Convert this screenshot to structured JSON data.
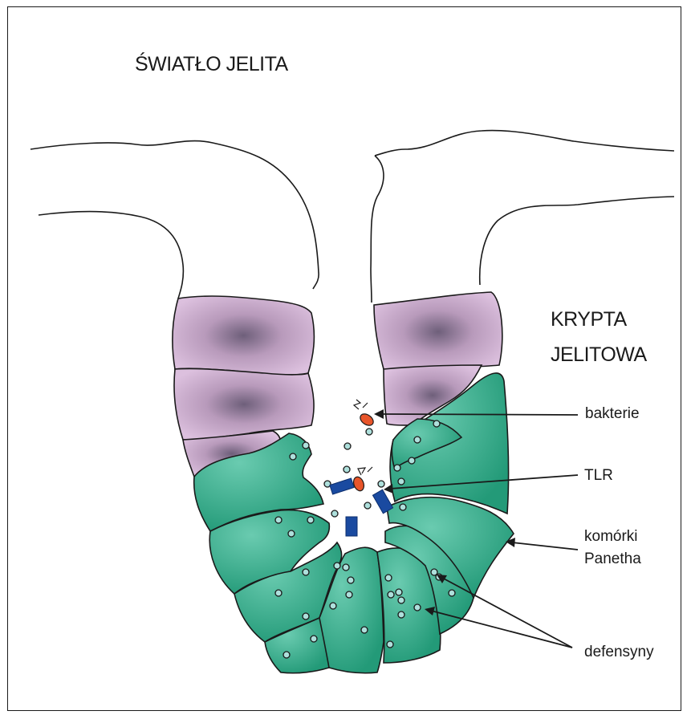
{
  "labels": {
    "lumen": "ŚWIATŁO JELITA",
    "crypt_line1": "KRYPTA",
    "crypt_line2": "JELITOWA",
    "bacteria": "bakterie",
    "tlr": "TLR",
    "paneth_line1": "komórki",
    "paneth_line2": "Panetha",
    "defensins": "defensyny"
  },
  "colors": {
    "enterocyte": "#d7b8d9",
    "enterocyte_core": "#7b6b86",
    "paneth_cell": "#2aa382",
    "paneth_light": "#5ec6aa",
    "defensin": "#aee0dc",
    "receptor": "#1a4aa0",
    "bacterium": "#e8552a",
    "outline": "#1a1a1a"
  }
}
